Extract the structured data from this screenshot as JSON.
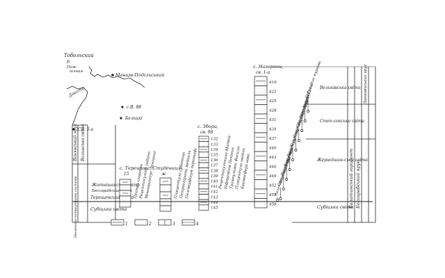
{
  "map": {
    "city1": "Тобольский",
    "river_label": "р.",
    "sublabel": "Пам-\nіалная",
    "city2": "Манців-Подільський",
    "river2": "Днєстр",
    "well_a": "СВ. 5-а",
    "well_b": "с.В. 98",
    "town": "Бельцкі"
  },
  "left_panel": {
    "header_top": "Вєнянський ярус",
    "header_sub": "Волинська світа",
    "unit_upper": "Житнішанська світа",
    "unit_upper_alt": "Бессарабська світа",
    "unit_lower": "Терещенська світа",
    "unit_base": "Субіцька світа",
    "base_label": "Неогеново-четвертинна система"
  },
  "sections": [
    {
      "id": "tereshchyn",
      "title": "с. Терешин,",
      "subtitle": "15",
      "species": [
        "Пектен скорпіна",
        "Рецептакуліта індіана",
        "Монограптус Леніцина"
      ]
    },
    {
      "id": "studenytsia",
      "title": "с. Студениця,",
      "subtitle": "ж",
      "species": [
        "Пляцентула суботиць",
        "Петраспірата медиаль",
        "Полімерфінум персонафі"
      ]
    },
    {
      "id": "zbory",
      "title": "с. Збори,",
      "subtitle": "св. 98",
      "depths": [
        "132",
        "133",
        "134",
        "135",
        "136",
        "137",
        "138",
        "139",
        "140",
        "141",
        "142",
        "143",
        "144",
        "145"
      ],
      "species": [
        "Рецептакулітина Матвія",
        "Біфорамінів Пектин",
        "Трампульмін Фосиліс",
        "Пляцентула хвойна",
        "Ерамосфера нова"
      ]
    },
    {
      "id": "nagorjany",
      "title": "с. Нагоряни,",
      "subtitle": "св. 1-а",
      "depths": [
        "419",
        "422",
        "425",
        "428",
        "431",
        "434",
        "437",
        "440",
        "443",
        "446",
        "449",
        "452",
        "455",
        "458"
      ],
      "species": [
        "Боленіфера хвостова",
        "Струмінгія кругла",
        "Діаконітія нова",
        "Фляційрус мула",
        "Агілуга лунама",
        "Кіарлекта жирана",
        "Бонітена безпорова",
        "Сфер. рострація",
        "Нова кривина",
        "Ангуліх Трол",
        "Сабулофіла туркова"
      ]
    }
  ],
  "right_panel": {
    "unit_top": "Великівська світа",
    "unit_mid": "Степ-сокська світа",
    "unit_lower": "Жерноїшин-ська світа",
    "unit_base": "Субіцька світа",
    "horizon": "Балатинський горизонт",
    "stage": "Бессарабський ярус",
    "stage2": "Ланговійський ярус"
  },
  "legend": {
    "items": [
      "1",
      "2",
      "3",
      "4"
    ]
  }
}
